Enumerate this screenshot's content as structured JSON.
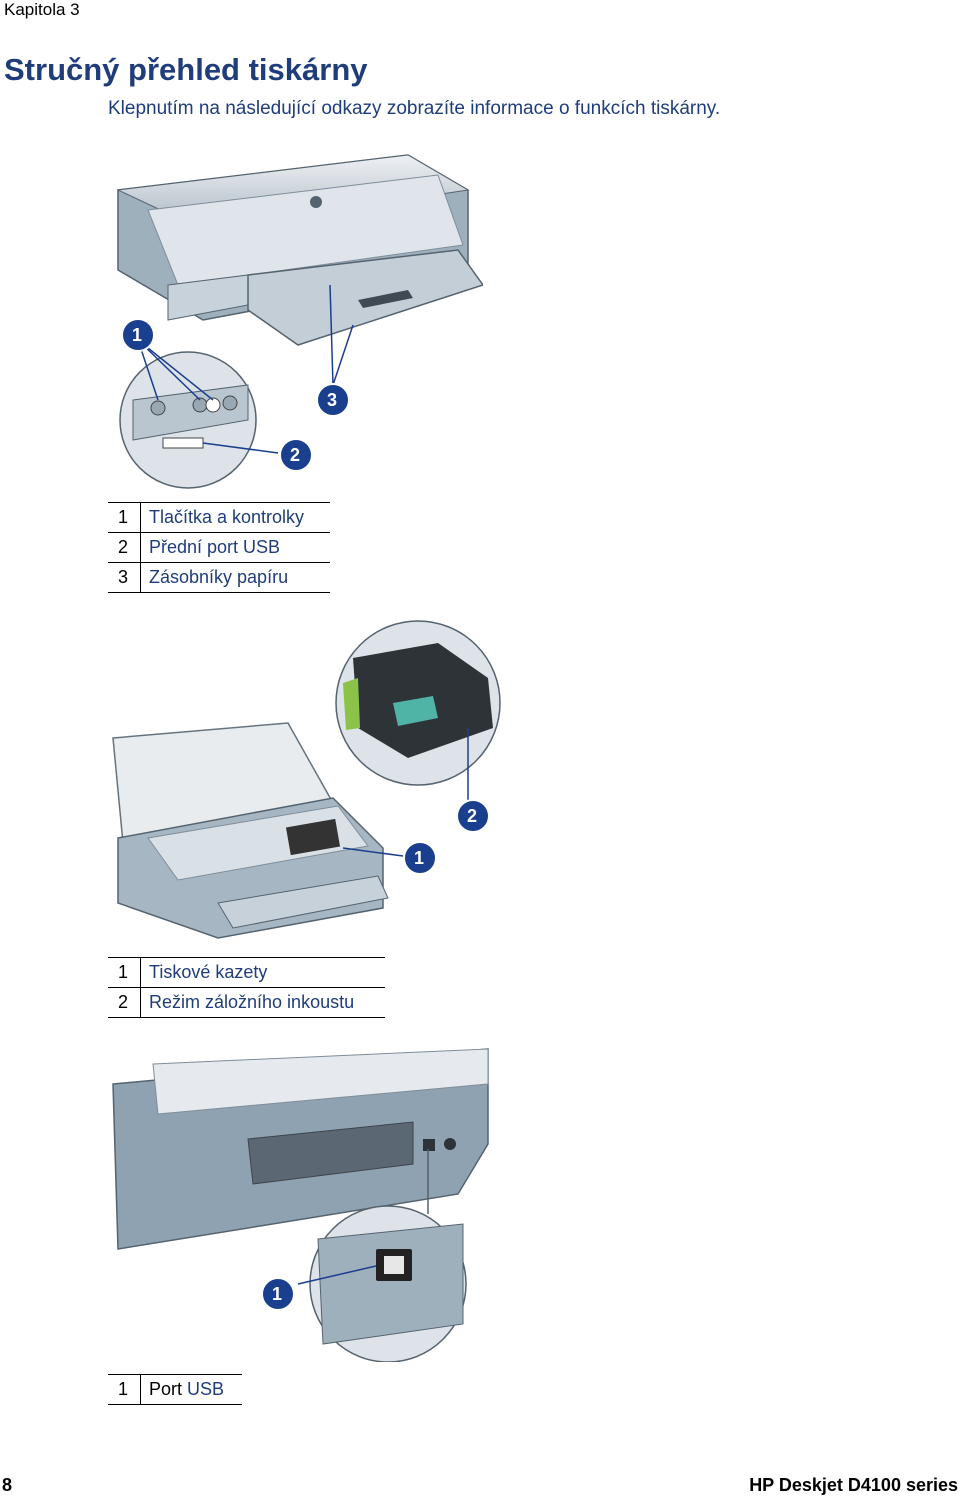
{
  "header": {
    "chapter": "Kapitola 3"
  },
  "title": "Stručný přehled tiskárny",
  "intro": "Klepnutím na následující odkazy zobrazíte informace o funkcích tiskárny.",
  "figure1": {
    "callouts": [
      "1",
      "2",
      "3"
    ],
    "legend": [
      {
        "num": "1",
        "label": "Tlačítka a kontrolky"
      },
      {
        "num": "2",
        "label": "Přední port USB"
      },
      {
        "num": "3",
        "label": "Zásobníky papíru"
      }
    ]
  },
  "figure2": {
    "callouts": [
      "1",
      "2"
    ],
    "legend": [
      {
        "num": "1",
        "label": "Tiskové kazety"
      },
      {
        "num": "2",
        "label": "Režim záložního inkoustu"
      }
    ]
  },
  "figure3": {
    "callouts": [
      "1"
    ],
    "legend": [
      {
        "num": "1",
        "label_plain": "Port",
        "label_link": "USB"
      }
    ]
  },
  "footer": {
    "page": "8",
    "product": "HP Deskjet D4100 series"
  },
  "colors": {
    "link": "#1f3d7a",
    "callout": "#1b3f8f",
    "printer_body": "#b7c4cf",
    "printer_dark": "#6e808f"
  }
}
